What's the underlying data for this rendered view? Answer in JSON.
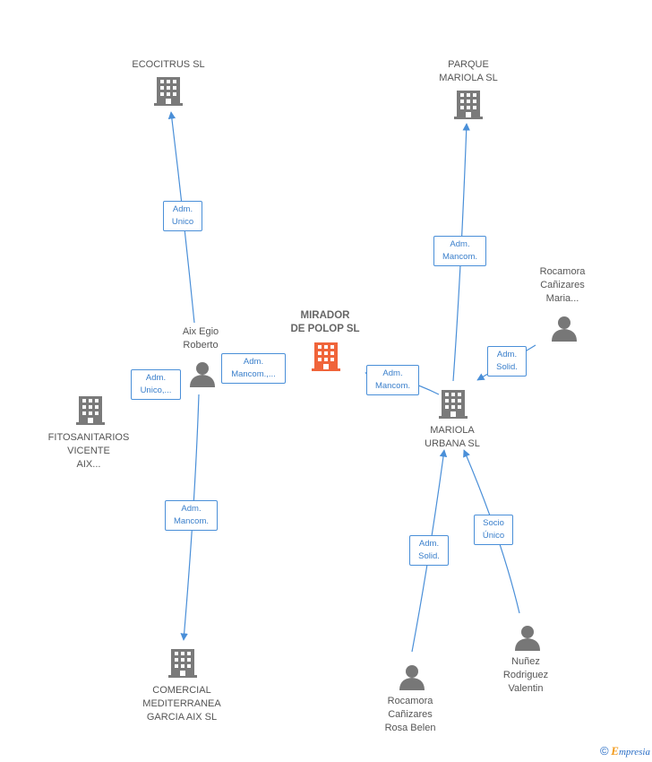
{
  "colors": {
    "line": "#4a8fd8",
    "company_icon": "#7a7a7a",
    "focus_icon": "#f0643a",
    "person_icon": "#777777"
  },
  "nodes": {
    "ecocitrus": {
      "label": "ECOCITRUS SL",
      "icon": "building-icon"
    },
    "parque": {
      "label": "PARQUE\nMARIOLA  SL",
      "icon": "building-icon"
    },
    "mirador": {
      "label": "MIRADOR\nDE POLOP  SL",
      "icon": "building-icon"
    },
    "aix": {
      "label": "Aix Egio\nRoberto",
      "icon": "person-icon"
    },
    "fitosanitarios": {
      "label": "FITOSANITARIOS\nVICENTE\nAIX...",
      "icon": "building-icon"
    },
    "mariola_urbana": {
      "label": "MARIOLA\nURBANA  SL",
      "icon": "building-icon"
    },
    "rocamora_maria": {
      "label": "Rocamora\nCañizares\nMaria...",
      "icon": "person-icon"
    },
    "comercial": {
      "label": "COMERCIAL\nMEDITERRANEA\nGARCIA AIX  SL",
      "icon": "building-icon"
    },
    "rocamora_rosa": {
      "label": "Rocamora\nCañizares\nRosa Belen",
      "icon": "person-icon"
    },
    "nunez": {
      "label": "Nuñez\nRodriguez\nValentin",
      "icon": "person-icon"
    }
  },
  "relations": {
    "aix_ecocitrus": "Adm.\nUnico",
    "aix_mirador": "Adm.\nMancom.,...",
    "aix_fitosanitarios": "Adm.\nUnico,...",
    "aix_comercial": "Adm.\nMancom.",
    "mariola_parque": "Adm.\nMancom.",
    "mariola_mirador": "Adm.\nMancom.",
    "rocamora_maria_mariola": "Adm.\nSolid.",
    "rocamora_rosa_mariola": "Adm.\nSolid.",
    "nunez_mariola": "Socio\nÚnico"
  },
  "footer": {
    "copyright": "©",
    "brand_initial": "E",
    "brand_rest": "mpresia"
  }
}
